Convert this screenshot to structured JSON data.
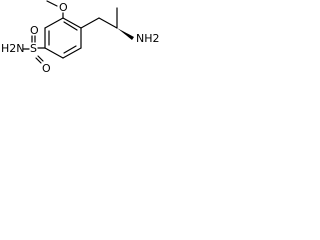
{
  "structure": {
    "atoms": {
      "methoxy_o": "O",
      "sulfonyl_s": "S",
      "sulfonyl_o_top": "O",
      "sulfonyl_o_right": "O",
      "sulfonamide_n": "H2N",
      "amine_n": "NH2"
    },
    "colors": {
      "bond": "#000000",
      "label": "#000000",
      "background": "#ffffff"
    }
  }
}
